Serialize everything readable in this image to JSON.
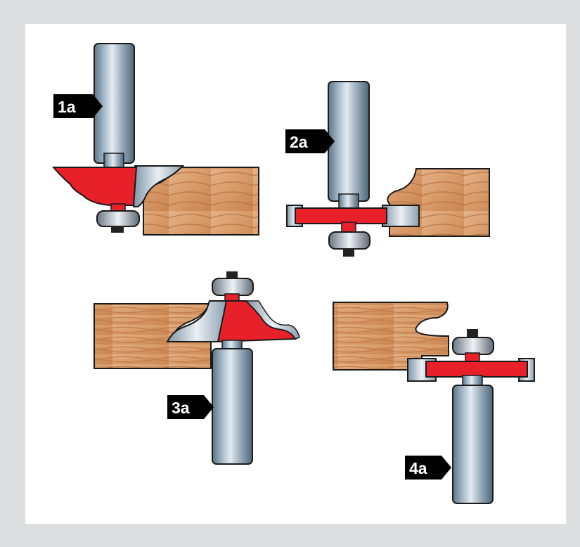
{
  "labels": {
    "d1": "1a",
    "d2": "2a",
    "d3": "3a",
    "d4": "4a"
  },
  "colors": {
    "background": "#dddee0",
    "panel": "#ffffff",
    "cutter": "#e8202a",
    "steel": "#9db2c2",
    "wood": "#d99a6a",
    "label": "#000000"
  }
}
